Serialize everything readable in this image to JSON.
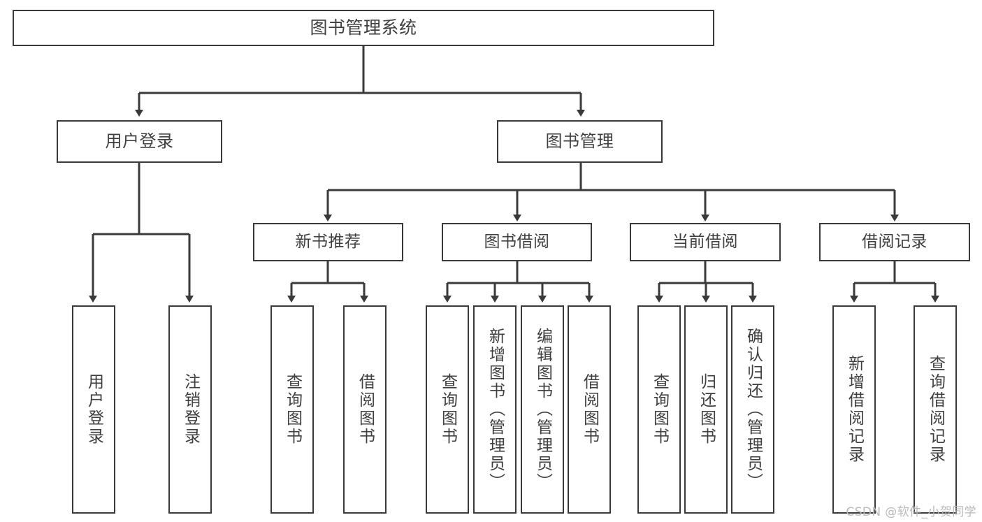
{
  "diagram": {
    "title": "图书管理系统",
    "type": "tree-hierarchy",
    "watermark": "CSDN @软件_小贺同学",
    "colors": {
      "box_border": "#3a3a3a",
      "box_fill": "#ffffff",
      "text": "#3f3f3f",
      "edge": "#3a3a3a",
      "watermark": "#b9b9b9"
    },
    "nodes": {
      "root": {
        "label": "图书管理系统"
      },
      "level2": [
        {
          "label": "用户登录"
        },
        {
          "label": "图书管理"
        }
      ],
      "level3": [
        {
          "label": "新书推荐"
        },
        {
          "label": "图书借阅"
        },
        {
          "label": "当前借阅"
        },
        {
          "label": "借阅记录"
        }
      ],
      "leaves": {
        "user_login": [
          {
            "label": "用户登录"
          },
          {
            "label": "注销登录"
          }
        ],
        "new_book_recommend": [
          {
            "label": "查询图书"
          },
          {
            "label": "借阅图书"
          }
        ],
        "book_borrow": [
          {
            "label": "查询图书"
          },
          {
            "label": "新增图书（管理员）"
          },
          {
            "label": "编辑图书（管理员）"
          },
          {
            "label": "借阅图书"
          }
        ],
        "current_borrow": [
          {
            "label": "查询图书"
          },
          {
            "label": "归还图书"
          },
          {
            "label": "确认归还（管理员）"
          }
        ],
        "borrow_record": [
          {
            "label": "新增借阅记录"
          },
          {
            "label": "查询借阅记录"
          }
        ]
      }
    }
  }
}
